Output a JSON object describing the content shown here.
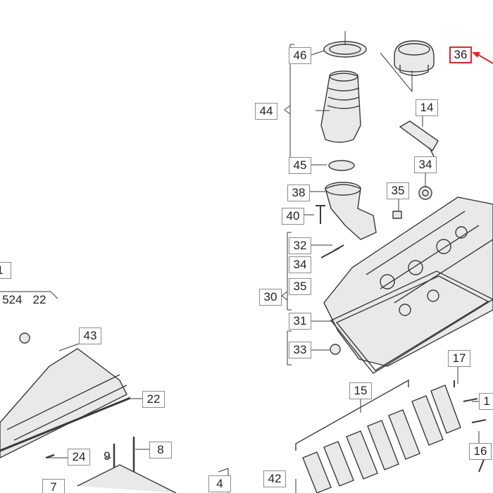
{
  "diagram": {
    "colors": {
      "line": "#3a3a3a",
      "part_fill": "#e9e9e9",
      "highlight": "#e0282a",
      "box_border": "#8c8c8c"
    },
    "callouts": {
      "c46": "46",
      "c36": "36",
      "c44": "44",
      "c14": "14",
      "c45": "45",
      "c34a": "34",
      "c38": "38",
      "c35a": "35",
      "c40": "40",
      "c32": "32",
      "c34b": "34",
      "c35b": "35",
      "c30": "30",
      "c31": "31",
      "c33": "33",
      "c17": "17",
      "c15": "15",
      "c1": "1",
      "c16": "16",
      "c43": "43",
      "c22a": "22",
      "c24a": "24",
      "c22b": "22",
      "c24b": "24",
      "c9": "9",
      "c8": "8",
      "c7": "7",
      "c4": "4",
      "c42": "42",
      "c5": "5",
      "c1left": "1"
    }
  }
}
